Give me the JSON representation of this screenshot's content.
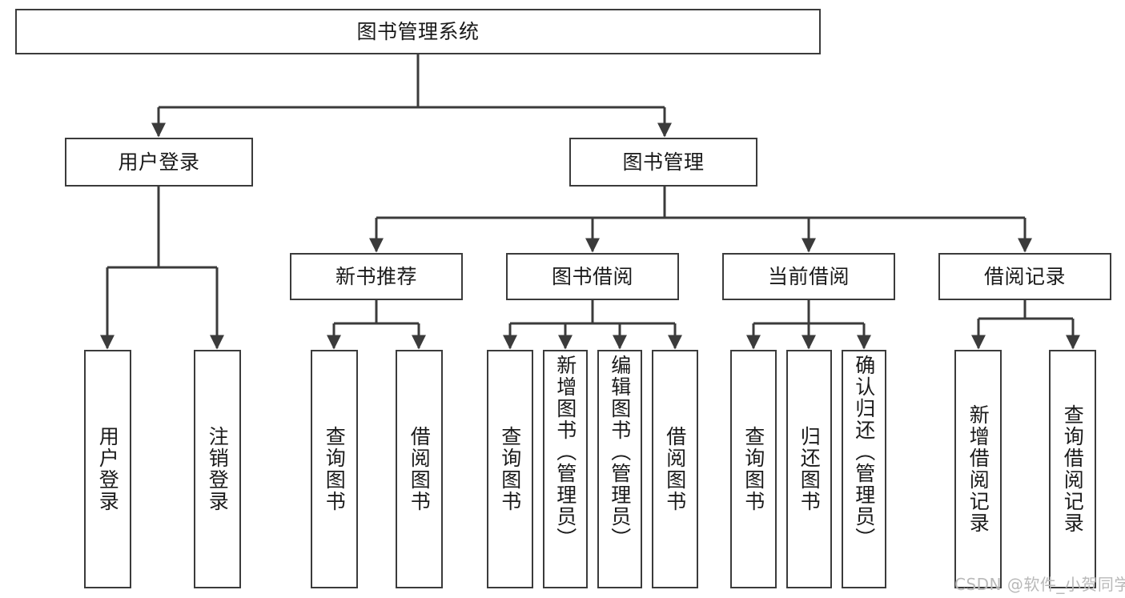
{
  "diagram": {
    "title": "图书管理系统",
    "type": "hierarchy-tree",
    "watermark": "CSDN @软件_小贺同学",
    "colors": {
      "stroke": "#3b3b3b",
      "fill": "#ffffff",
      "text": "#1a1a1a",
      "watermark": "#b9b9b9"
    },
    "levels": {
      "level1_label": "图书管理系统",
      "level2_labels": [
        "用户登录",
        "图书管理"
      ],
      "level3_labels": [
        "新书推荐",
        "图书借阅",
        "当前借阅",
        "借阅记录"
      ]
    },
    "nodes": {
      "root": {
        "label": "图书管理系统"
      },
      "user_login": {
        "label": "用户登录"
      },
      "book_manage": {
        "label": "图书管理"
      },
      "new_book_rec": {
        "label": "新书推荐"
      },
      "book_borrow": {
        "label": "图书借阅"
      },
      "current_borrow": {
        "label": "当前借阅"
      },
      "borrow_record": {
        "label": "借阅记录"
      },
      "leaf_user_login": {
        "label": "用户登录"
      },
      "leaf_logout": {
        "label": "注销登录"
      },
      "leaf_query_book_1": {
        "label": "查询图书"
      },
      "leaf_borrow_book_1": {
        "label": "借阅图书"
      },
      "leaf_query_book_2": {
        "label": "查询图书"
      },
      "leaf_add_book": {
        "label": "新增图书（管理员）"
      },
      "leaf_edit_book": {
        "label": "编辑图书（管理员）"
      },
      "leaf_borrow_book_2": {
        "label": "借阅图书"
      },
      "leaf_query_book_3": {
        "label": "查询图书"
      },
      "leaf_return_book": {
        "label": "归还图书"
      },
      "leaf_confirm_return": {
        "label": "确认归还（管理员）"
      },
      "leaf_add_record": {
        "label": "新增借阅记录"
      },
      "leaf_query_record": {
        "label": "查询借阅记录"
      }
    }
  }
}
